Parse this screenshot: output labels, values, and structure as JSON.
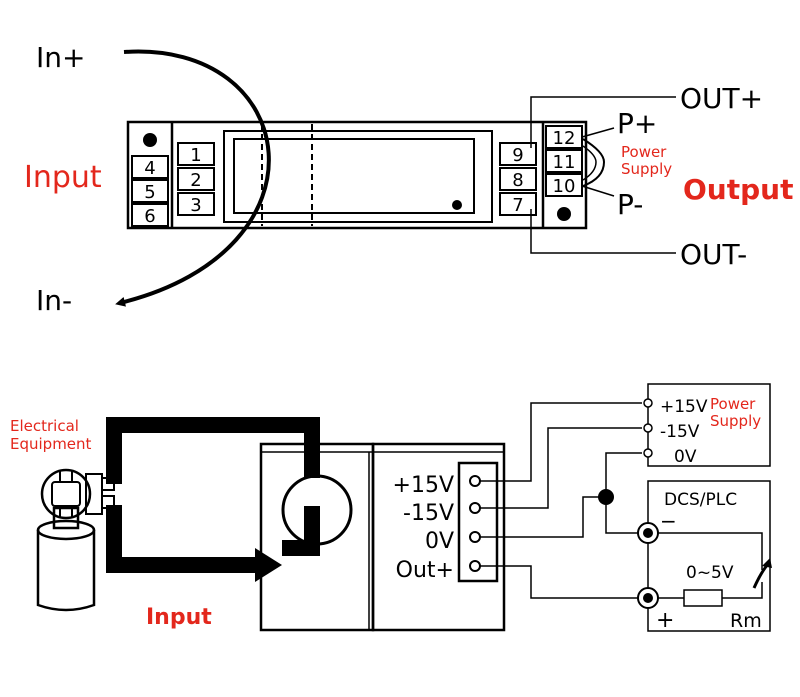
{
  "top": {
    "in_plus": "In+",
    "in_minus": "In-",
    "input_label": "Input",
    "output_label": "Output",
    "out_plus": "OUT+",
    "out_minus": "OUT-",
    "p_plus": "P+",
    "p_minus": "P-",
    "power_supply_line1": "Power",
    "power_supply_line2": "Supply",
    "left_outer_terminals": [
      "4",
      "5",
      "6"
    ],
    "left_inner_terminals": [
      "1",
      "2",
      "3"
    ],
    "right_inner_terminals": [
      "9",
      "8",
      "7"
    ],
    "right_outer_terminals": [
      "12",
      "11",
      "10"
    ]
  },
  "bottom": {
    "equipment_line1": "Electrical",
    "equipment_line2": "Equipment",
    "input_label": "Input",
    "terminals": [
      "+15V",
      "-15V",
      "0V",
      "Out+"
    ],
    "supply_terminals": [
      "+15V",
      "-15V",
      "0V"
    ],
    "supply_line1": "Power",
    "supply_line2": "Supply",
    "dcs_label": "DCS/PLC",
    "dcs_minus": "−",
    "dcs_plus": "+",
    "range": "0~5V",
    "resistor": "Rm"
  },
  "colors": {
    "accent": "#e3271c",
    "ink": "#000000"
  }
}
